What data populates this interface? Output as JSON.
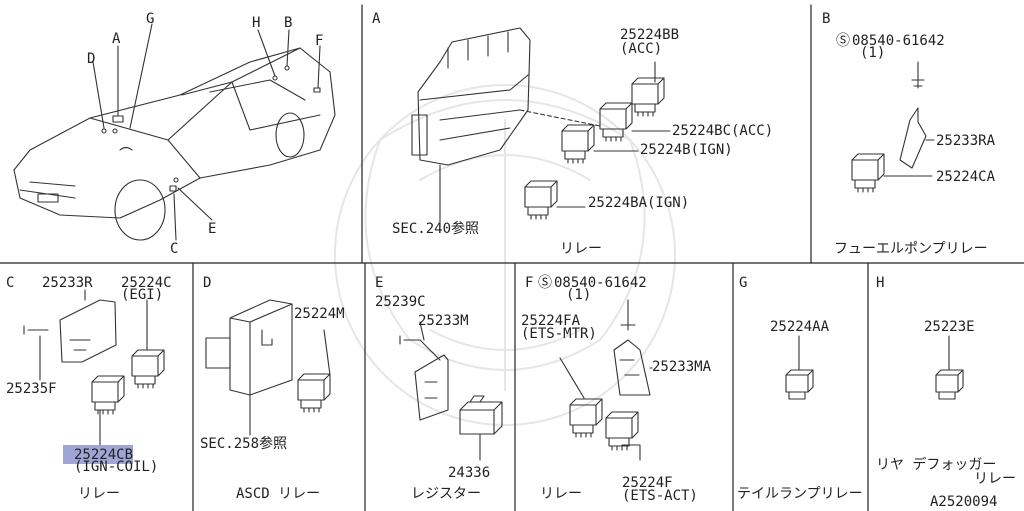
{
  "panels": {
    "overview": {
      "letters": [
        "A",
        "G",
        "D",
        "H",
        "B",
        "F",
        "E",
        "C"
      ]
    },
    "a": {
      "letter": "A",
      "part_acc": "25224BB",
      "part_acc_note": "(ACC)",
      "part_bc": "25224BC(ACC)",
      "part_b": "25224B(IGN)",
      "part_ba": "25224BA(IGN)",
      "sec_ref": "SEC.240参照",
      "caption": "リレー"
    },
    "b": {
      "letter": "B",
      "screw": "08540-61642",
      "screw_qty": "(1)",
      "bracket": "25233RA",
      "relay": "25224CA",
      "caption": "フューエルポンプリレー"
    },
    "c": {
      "letter": "C",
      "bracket": "25233R",
      "relay_egi": "25224C",
      "relay_egi_note": "(EGI)",
      "bolt": "25235F",
      "relay_coil": "25224CB",
      "relay_coil_note": "(IGN-COIL)",
      "caption": "リレー"
    },
    "d": {
      "letter": "D",
      "relay": "25224M",
      "sec_ref": "SEC.258参照",
      "caption": "ASCD リレー"
    },
    "e": {
      "letter": "E",
      "bolt": "25239C",
      "bracket": "25233M",
      "resistor": "24336",
      "caption": "レジスター"
    },
    "f": {
      "letter": "F",
      "screw": "08540-61642",
      "screw_qty": "(1)",
      "relay_fa": "25224FA",
      "relay_fa_note": "(ETS-MTR)",
      "bracket": "25233MA",
      "relay_f": "25224F",
      "relay_f_note": "(ETS-ACT)",
      "caption": "リレー"
    },
    "g": {
      "letter": "G",
      "relay": "25224AA",
      "caption": "テイルランプリレー"
    },
    "h": {
      "letter": "H",
      "relay": "25223E",
      "caption_1": "リヤ デフォッガー",
      "caption_2": "リレー"
    }
  },
  "figure_id": "A2520094",
  "highlight_color": "#8e96cf"
}
